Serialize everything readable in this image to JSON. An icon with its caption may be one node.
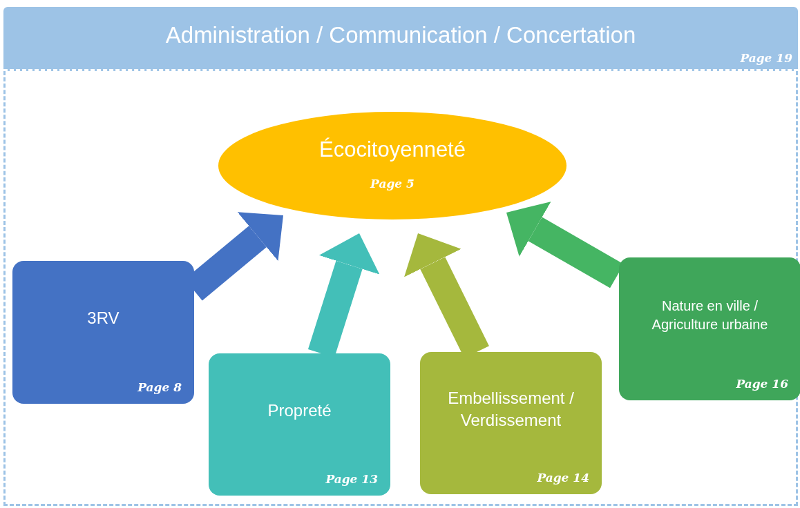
{
  "diagram": {
    "nodes": [
      {
        "text": [
          "Administration / Communication / Concertation",
          "Page 19"
        ]
      },
      {
        "text": [
          "Écocitoyenneté",
          "Page 5"
        ],
        "in": 0
      },
      {
        "text": [
          "3RV",
          "Page 8"
        ],
        "in": 0
      },
      {
        "text": [
          "Propreté",
          "Page 13"
        ],
        "in": 0
      },
      {
        "text": [
          "Embellissement / Verdissement",
          "Page 14"
        ],
        "in": 0
      },
      {
        "text": [
          "Nature en ville / Agriculture urbaine",
          "Page 16"
        ],
        "in": 0
      }
    ],
    "edges": [
      {
        "from": 2,
        "to": 1,
        "arrow": "to",
        "color": "#4472c4"
      },
      {
        "from": 3,
        "to": 1,
        "arrow": "to",
        "color": "#43bfb8"
      },
      {
        "from": 4,
        "to": 1,
        "arrow": "to",
        "color": "#a5b83d"
      },
      {
        "from": 5,
        "to": 1,
        "arrow": "to",
        "color": "#45b563"
      }
    ]
  }
}
